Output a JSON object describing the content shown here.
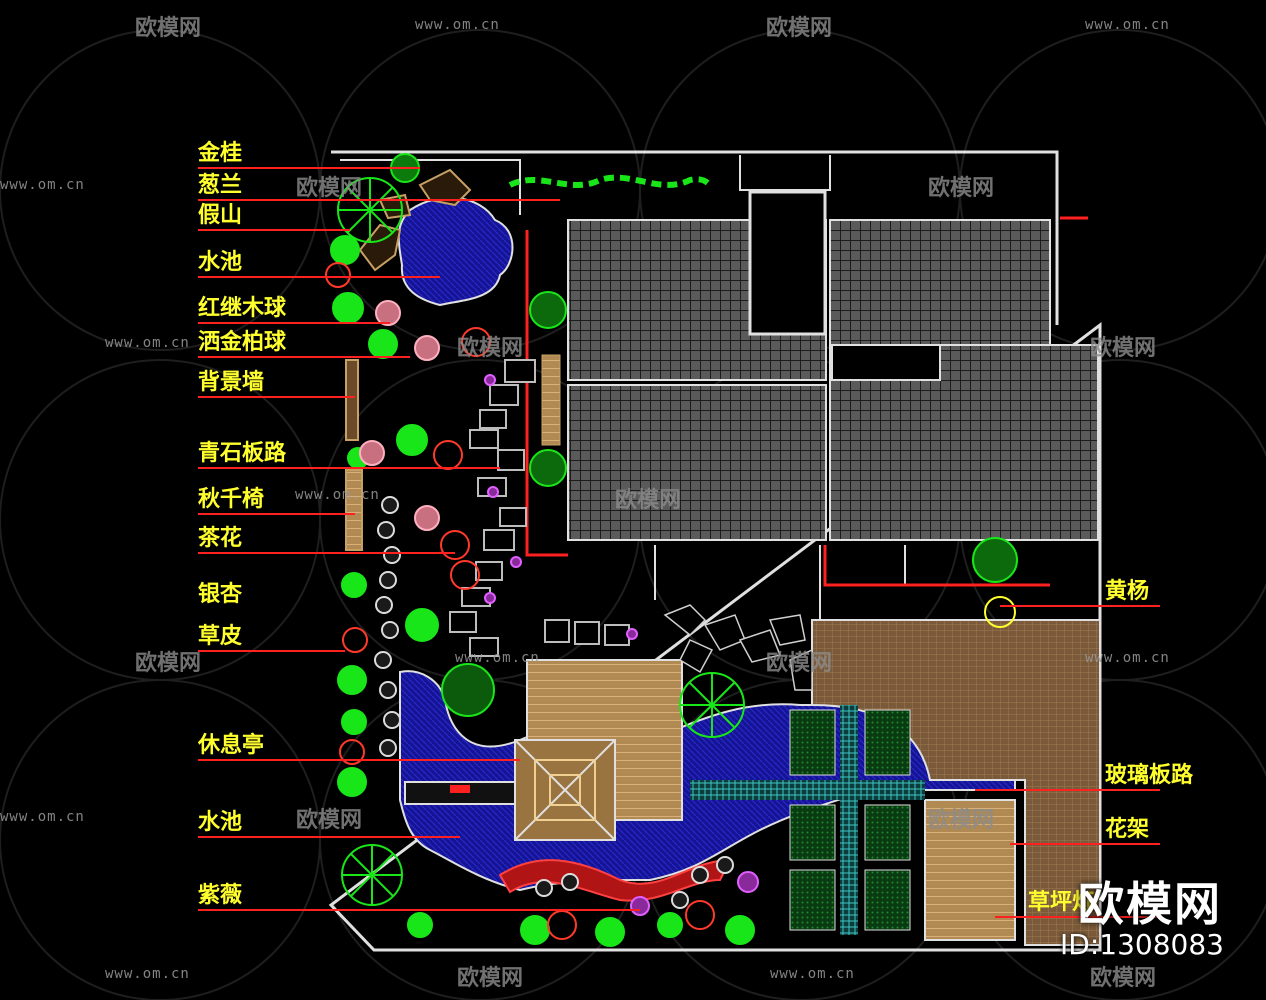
{
  "labels_left": [
    "金桂",
    "葱兰",
    "假山",
    "水池",
    "红继木球",
    "洒金柏球",
    "背景墙",
    "青石板路",
    "秋千椅",
    "茶花",
    "银杏",
    "草皮",
    "休息亭",
    "水池",
    "紫薇"
  ],
  "labels_right": [
    "黄杨",
    "玻璃板路",
    "花架",
    "草坪灯"
  ],
  "watermark": {
    "url": "www.om.cn",
    "brand": "欧模网"
  },
  "brand_mark": {
    "name": "欧模网",
    "id": "ID:1308083"
  },
  "colors": {
    "leader": "#ff2020",
    "label": "#ffff2e",
    "outline": "#e0e0e0",
    "pond": "#1a1aa0",
    "plant": "#19e619",
    "wood": "#c8a064",
    "roof": "#8c8c8c",
    "glass": "#40c8c8"
  }
}
